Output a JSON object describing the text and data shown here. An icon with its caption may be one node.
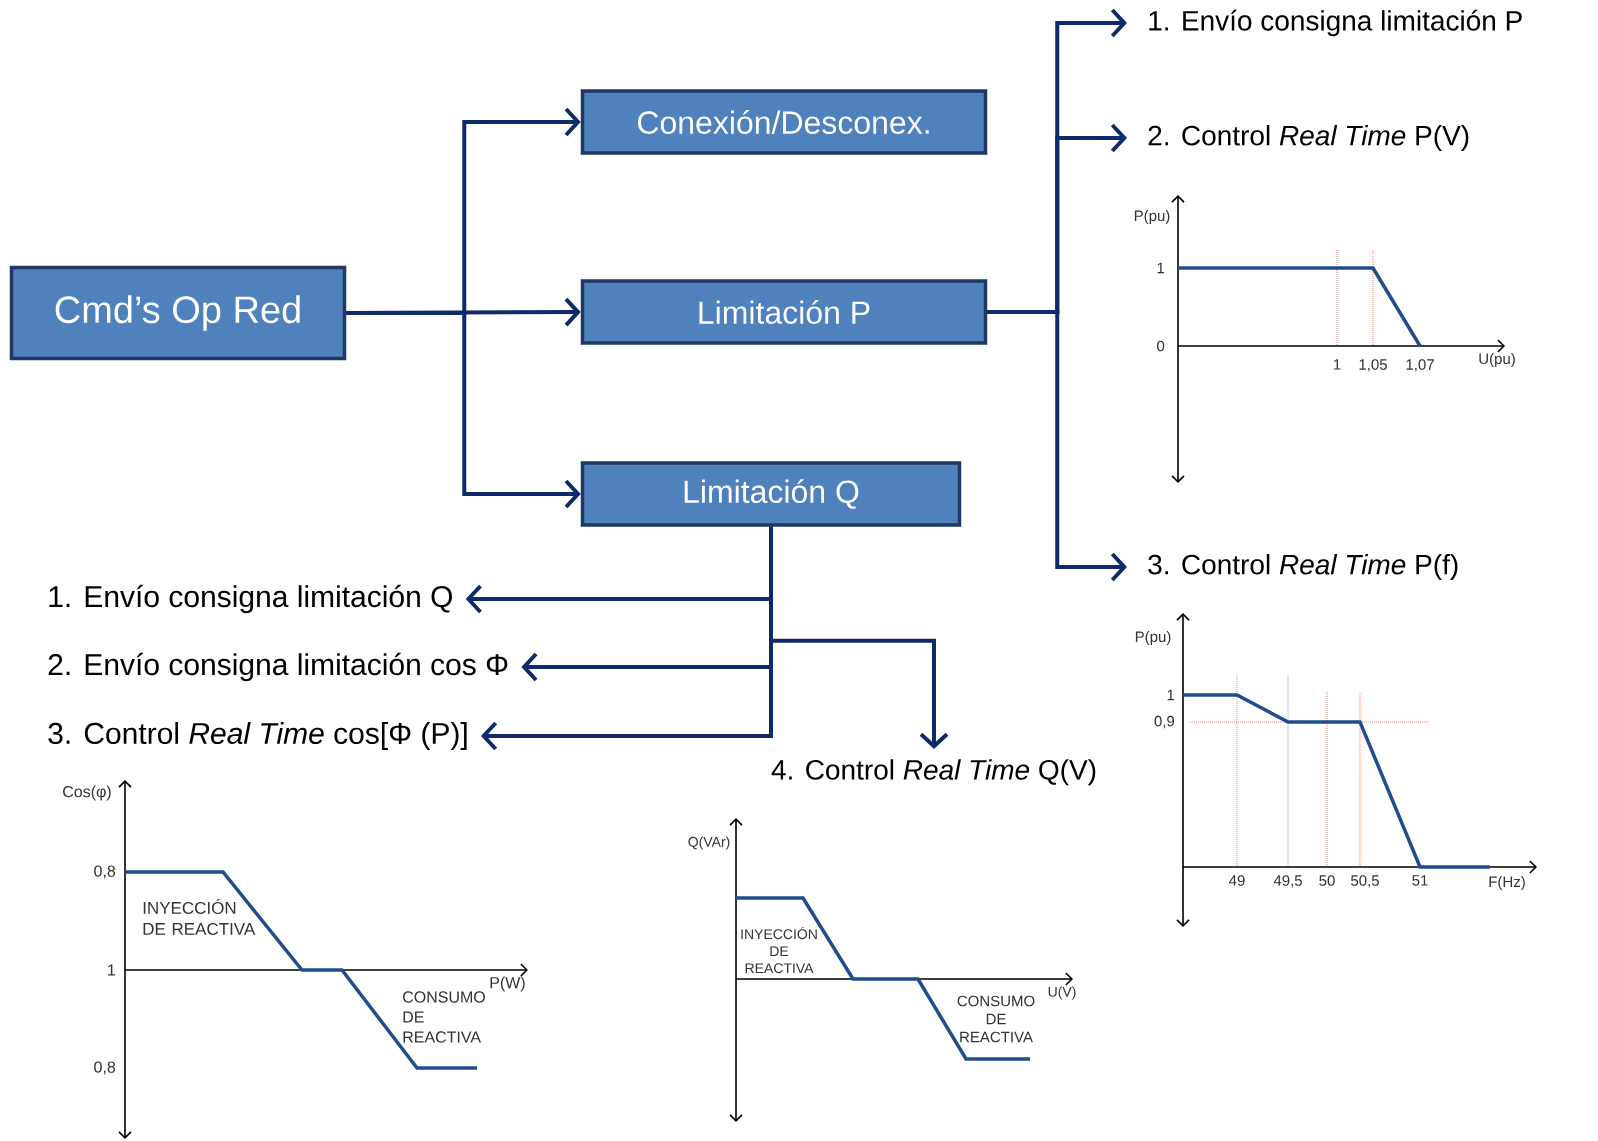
{
  "diagram": {
    "nodes": [
      {
        "text": [
          "Cmd’s Op Red"
        ]
      },
      {
        "text": [
          "Conexión/Desconex."
        ]
      },
      {
        "text": [
          "Limitación P"
        ]
      },
      {
        "text": [
          "Limitación Q"
        ]
      },
      {
        "text": [
          "1. Envío consigna limitación P"
        ]
      },
      {
        "text": [
          "2. Control *Real Time* P(V)"
        ]
      },
      {
        "text": [
          "3. Control *Real Time* P(f)"
        ]
      },
      {
        "text": [
          "1. Envío consigna limitación Q"
        ]
      },
      {
        "text": [
          "2. Envío consigna limitación cos Φ"
        ]
      },
      {
        "text": [
          "3. Control *Real Time* cos[Φ (P)]"
        ]
      },
      {
        "text": [
          "4. Control *Real Time* Q(V)"
        ]
      }
    ],
    "edges": [
      {
        "from": 0,
        "to": 1,
        "arrow": "to"
      },
      {
        "from": 0,
        "to": 2,
        "arrow": "to"
      },
      {
        "from": 0,
        "to": 3,
        "arrow": "to"
      },
      {
        "from": 2,
        "to": 4,
        "arrow": "to"
      },
      {
        "from": 2,
        "to": 5,
        "arrow": "to"
      },
      {
        "from": 2,
        "to": 6,
        "arrow": "to"
      },
      {
        "from": 3,
        "to": 7,
        "arrow": "to"
      },
      {
        "from": 3,
        "to": 8,
        "arrow": "to"
      },
      {
        "from": 3,
        "to": 9,
        "arrow": "to"
      },
      {
        "from": 3,
        "to": 10,
        "arrow": "to"
      }
    ],
    "labels": [
      "P(pu)",
      "1",
      "0",
      "1",
      "1,05",
      "1,07",
      "U(pu)",
      "P(pu)",
      "1",
      "0,9",
      "49",
      "49,5",
      "50",
      "50,5",
      "51",
      "F(Hz)",
      "Cos(φ)",
      "0,8",
      "INYECCIÓN DE REACTIVA",
      "1",
      "CONSUMO DE REACTIVA",
      "P(W)",
      "0,8",
      "Q(VAr)",
      "INYECCIÓN DE REACTIVA",
      "U(V)",
      "CONSUMO DE REACTIVA"
    ]
  }
}
